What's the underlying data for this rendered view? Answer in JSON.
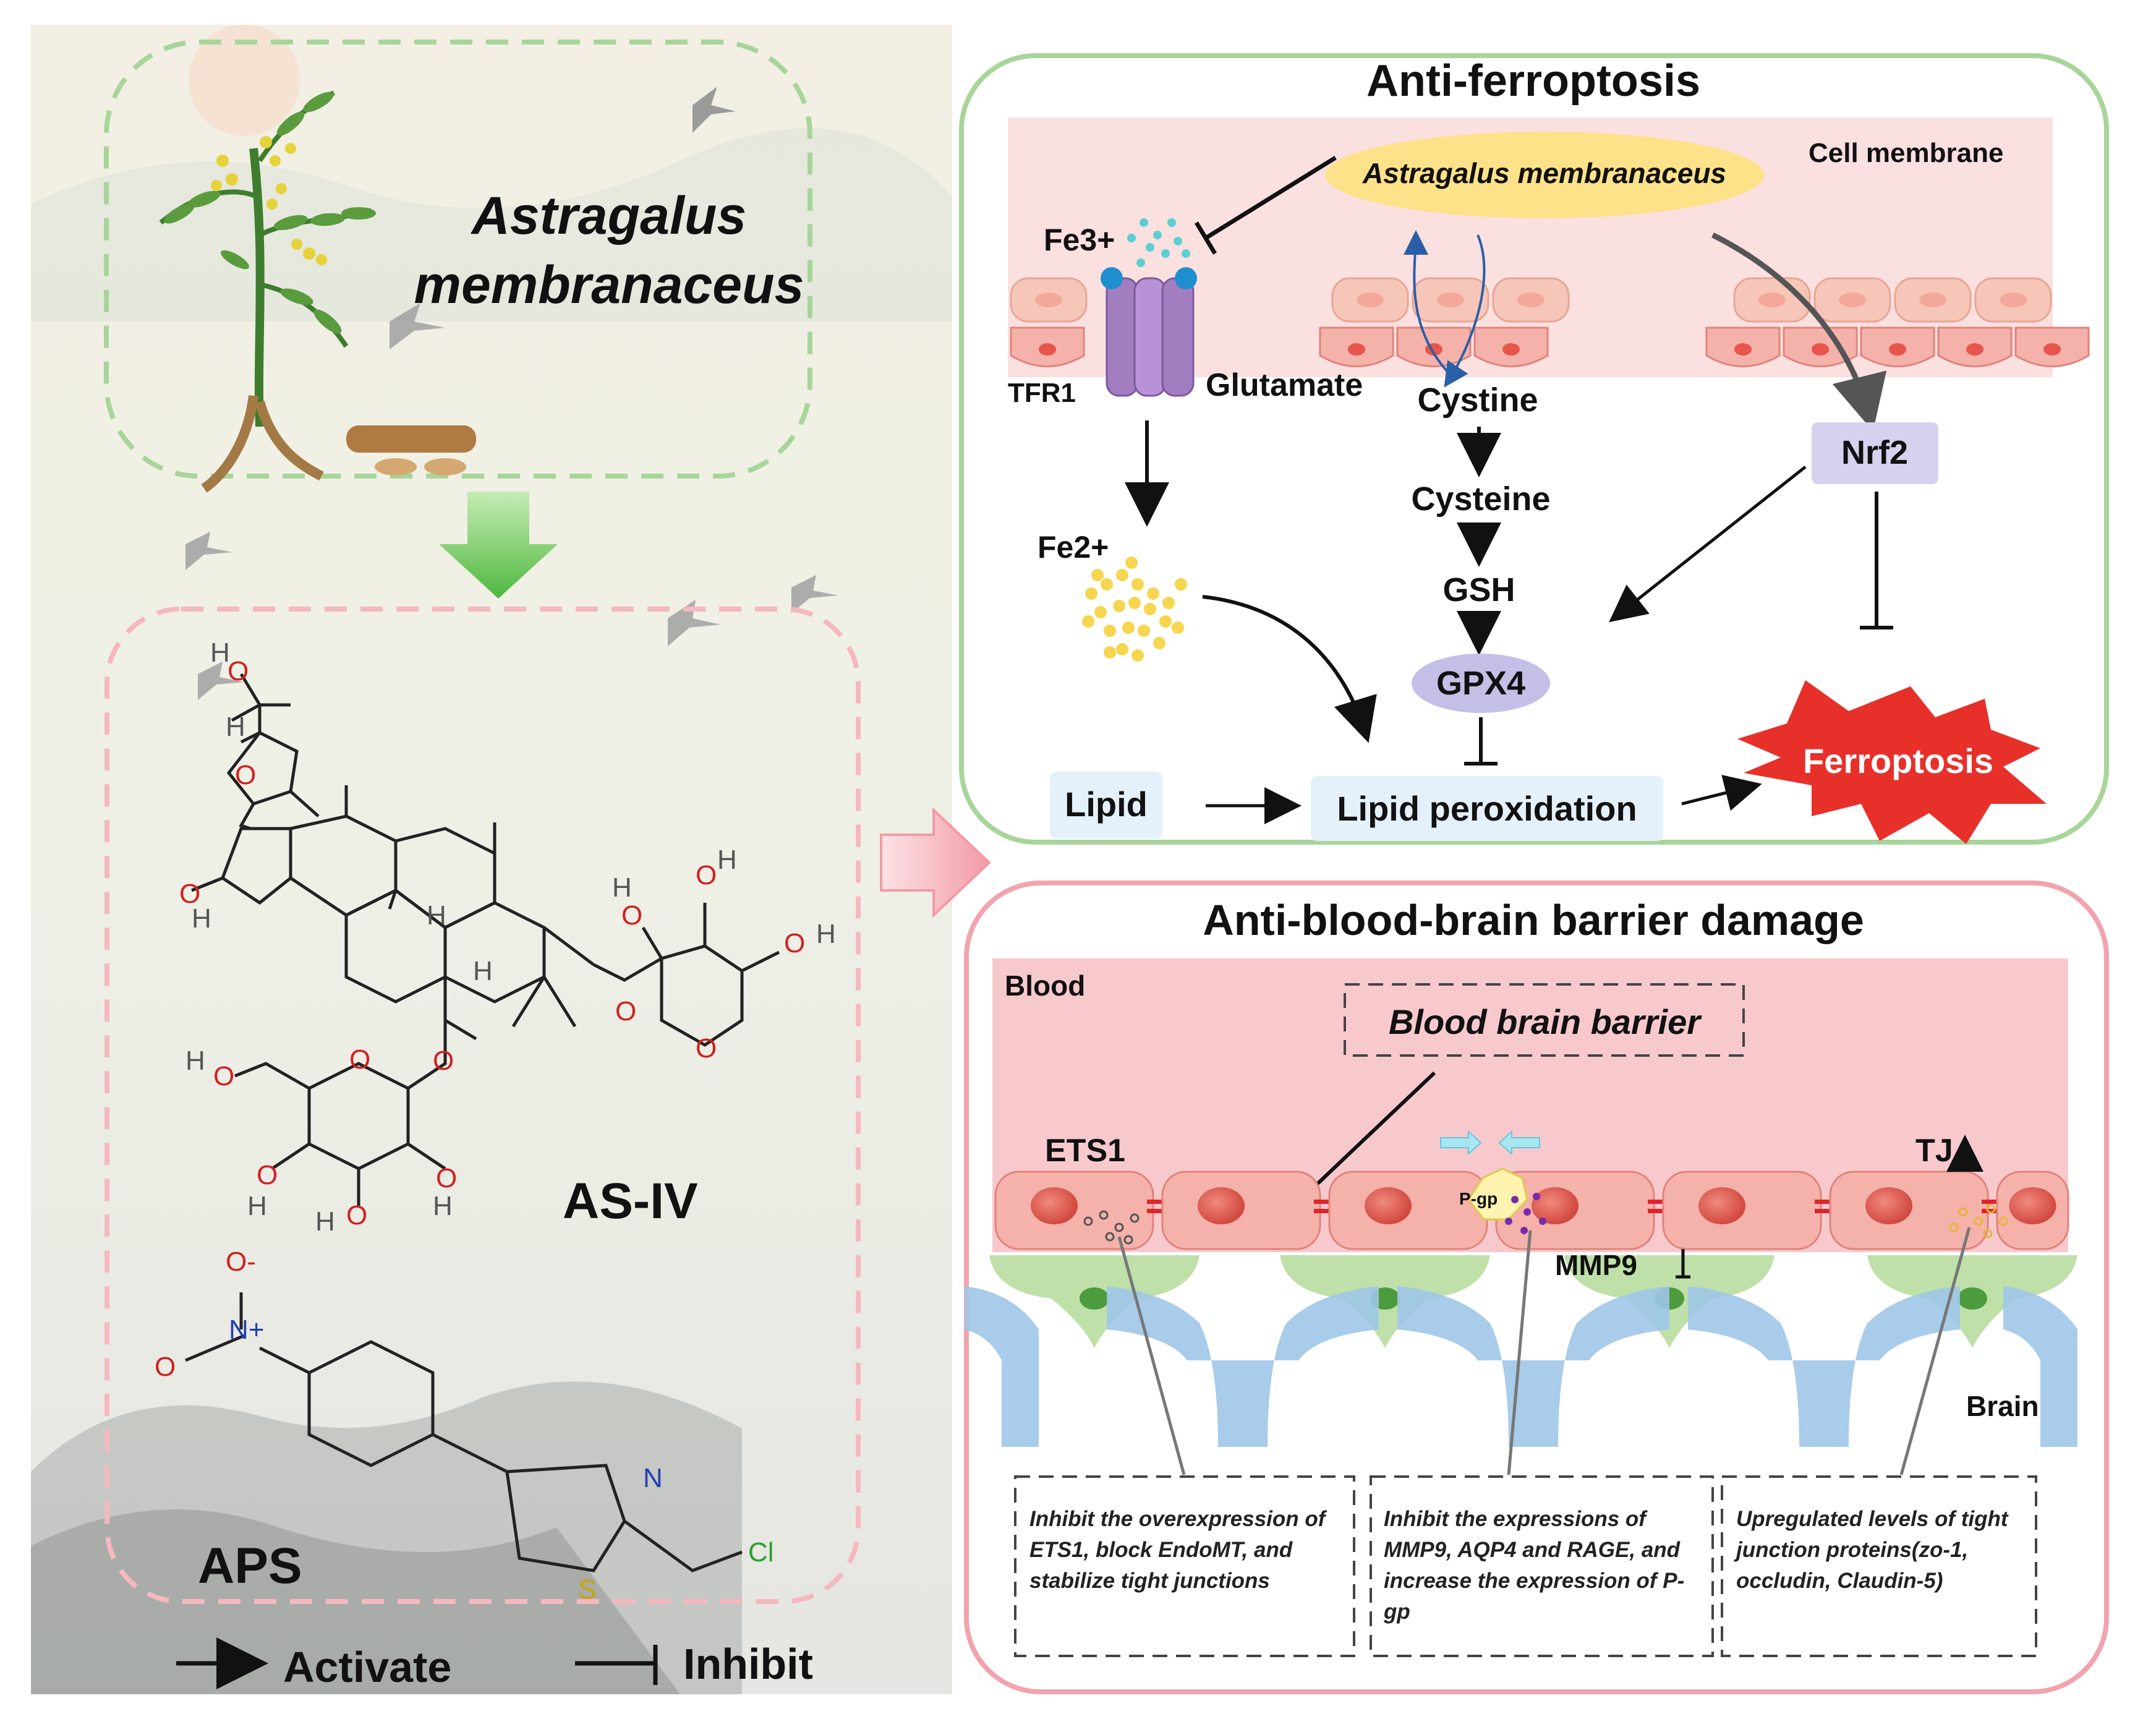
{
  "left": {
    "herb_title_line1": "Astragalus",
    "herb_title_line2": "membranaceus",
    "compound_1": "AS-IV",
    "compound_2": "APS",
    "atoms": {
      "O": "O",
      "H": "H",
      "N": "N",
      "S": "S",
      "Cl": "Cl",
      "O_minus": "O-",
      "N_plus": "N+"
    }
  },
  "legend": {
    "activate": "Activate",
    "inhibit": "Inhibit"
  },
  "ferroptosis_panel": {
    "title": "Anti-ferroptosis",
    "membrane_label": "Cell membrane",
    "herb_label": "Astragalus membranaceus",
    "fe3": "Fe3+",
    "fe2": "Fe2+",
    "tfr1": "TFR1",
    "glutamate": "Glutamate",
    "cystine": "Cystine",
    "cysteine": "Cysteine",
    "gsh": "GSH",
    "gpx4": "GPX4",
    "nrf2": "Nrf2",
    "lipid": "Lipid",
    "lipid_peroxidation": "Lipid peroxidation",
    "ferroptosis": "Ferroptosis"
  },
  "bbb_panel": {
    "title": "Anti-blood-brain barrier damage",
    "blood": "Blood",
    "brain": "Brain",
    "bbb_label": "Blood brain barrier",
    "ets1": "ETS1",
    "pgp": "P-gp",
    "mmp9": "MMP9",
    "tj": "TJ",
    "note1": "Inhibit the overexpression of ETS1, block EndoMT, and stabilize tight junctions",
    "note2": "Inhibit the expressions of MMP9, AQP4 and RAGE, and increase the expression of P-gp",
    "note3": "Upregulated levels of tight junction proteins(zo-1, occludin, Claudin-5)"
  },
  "colors": {
    "green_border": "#a8d59a",
    "pink_border": "#f2a3ad",
    "membrane_pink": "#fbe0e0",
    "cell_fill": "#f4b2ab",
    "yellow_ellipse": "#fde28a",
    "gpx4_fill": "#c4bfe6",
    "nrf2_fill": "#d6d1ee",
    "lipid_fill": "#e4f1fa",
    "ferroptosis_red": "#e8302b",
    "blood_pink": "#f7c9cd",
    "astrocyte_green": "#bfe0a8",
    "pericyte_blue": "#9fc7e8",
    "tj_red": "#e0242b"
  }
}
